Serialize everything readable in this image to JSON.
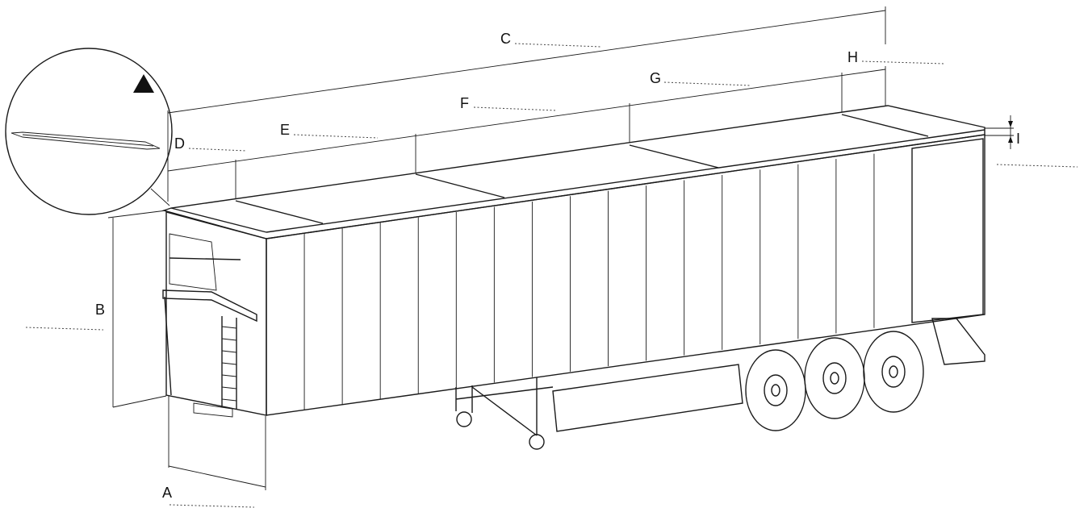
{
  "dimension_labels": {
    "A": "A",
    "B": "B",
    "C": "C",
    "D": "D",
    "E": "E",
    "F": "F",
    "G": "G",
    "H": "H",
    "I": "I"
  },
  "icons": {
    "detail_marker": "triangle-marker-icon",
    "detail_view": "magnifier-detail-icon"
  },
  "colors": {
    "line": "#1a1a1a",
    "background": "#ffffff"
  }
}
